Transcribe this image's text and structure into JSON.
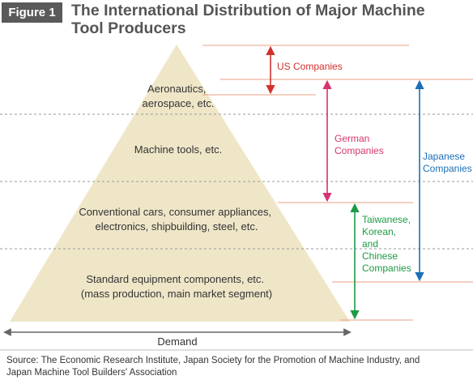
{
  "figure": {
    "badge": "Figure 1",
    "title_lines": [
      "The International Distribution of Major Machine",
      "Tool Producers"
    ]
  },
  "pyramid": {
    "levels": [
      {
        "lines": [
          "Aeronautics,",
          "aerospace, etc."
        ]
      },
      {
        "lines": [
          "Machine tools, etc."
        ]
      },
      {
        "lines": [
          "Conventional cars, consumer appliances,",
          "electronics, shipbuilding, steel, etc."
        ]
      },
      {
        "lines": [
          "Standard equipment components, etc.",
          "(mass production, main market segment)"
        ]
      }
    ],
    "demand_label": "Demand"
  },
  "company_ranges": [
    {
      "lines": [
        "US Companies"
      ],
      "color": "#d2312b"
    },
    {
      "lines": [
        "German",
        "Companies"
      ],
      "color": "#d4346f"
    },
    {
      "lines": [
        "Japanese",
        "Companies"
      ],
      "color": "#1a6fb8"
    },
    {
      "lines": [
        "Taiwanese,",
        "Korean,",
        "and",
        "Chinese",
        "Companies"
      ],
      "color": "#1e9a45"
    }
  ],
  "colors": {
    "pyramid_fill": "#efe6c8",
    "guide_line": "#e8a084",
    "dashed_line": "#9a9a9a",
    "arrow_gray": "#666666"
  },
  "source": {
    "lines": [
      "Source: The Economic Research Institute, Japan Society for the Promotion of Machine Industry, and",
      "Japan Machine Tool Builders' Association"
    ]
  }
}
